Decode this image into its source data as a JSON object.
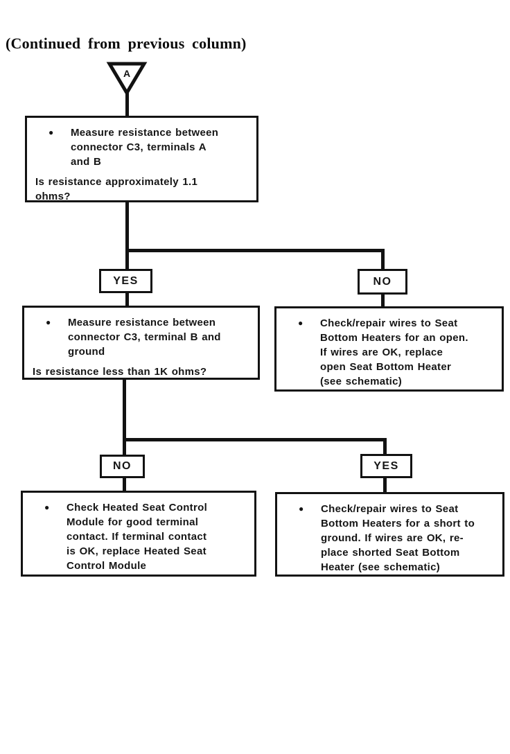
{
  "page": {
    "continued_note": "(Continued from previous column)",
    "connector_label": "A"
  },
  "glyphs": {
    "bullet": "●"
  },
  "flowchart": {
    "box1": {
      "bullet": "Measure resistance between\nconnector C3, terminals A\nand B",
      "question": "Is resistance approximately 1.1\nohms?"
    },
    "branch1": {
      "yes_label": "YES",
      "no_label": "NO"
    },
    "box_yes1": {
      "bullet": "Measure resistance between\nconnector C3, terminal B and\nground",
      "question": "Is resistance less than 1K ohms?"
    },
    "box_no1": {
      "bullet": "Check/repair wires to Seat\nBottom Heaters for an open.\nIf wires are OK, replace\nopen Seat Bottom Heater\n(see schematic)"
    },
    "branch2": {
      "no_label": "NO",
      "yes_label": "YES"
    },
    "box_no2": {
      "bullet": "Check Heated Seat Control\nModule for good terminal\ncontact. If terminal contact\nis OK, replace Heated Seat\nControl Module"
    },
    "box_yes2": {
      "bullet": "Check/repair wires to Seat\nBottom Heaters for a short to\nground. If wires are OK, re-\nplace shorted Seat Bottom\nHeater (see schematic)"
    }
  }
}
